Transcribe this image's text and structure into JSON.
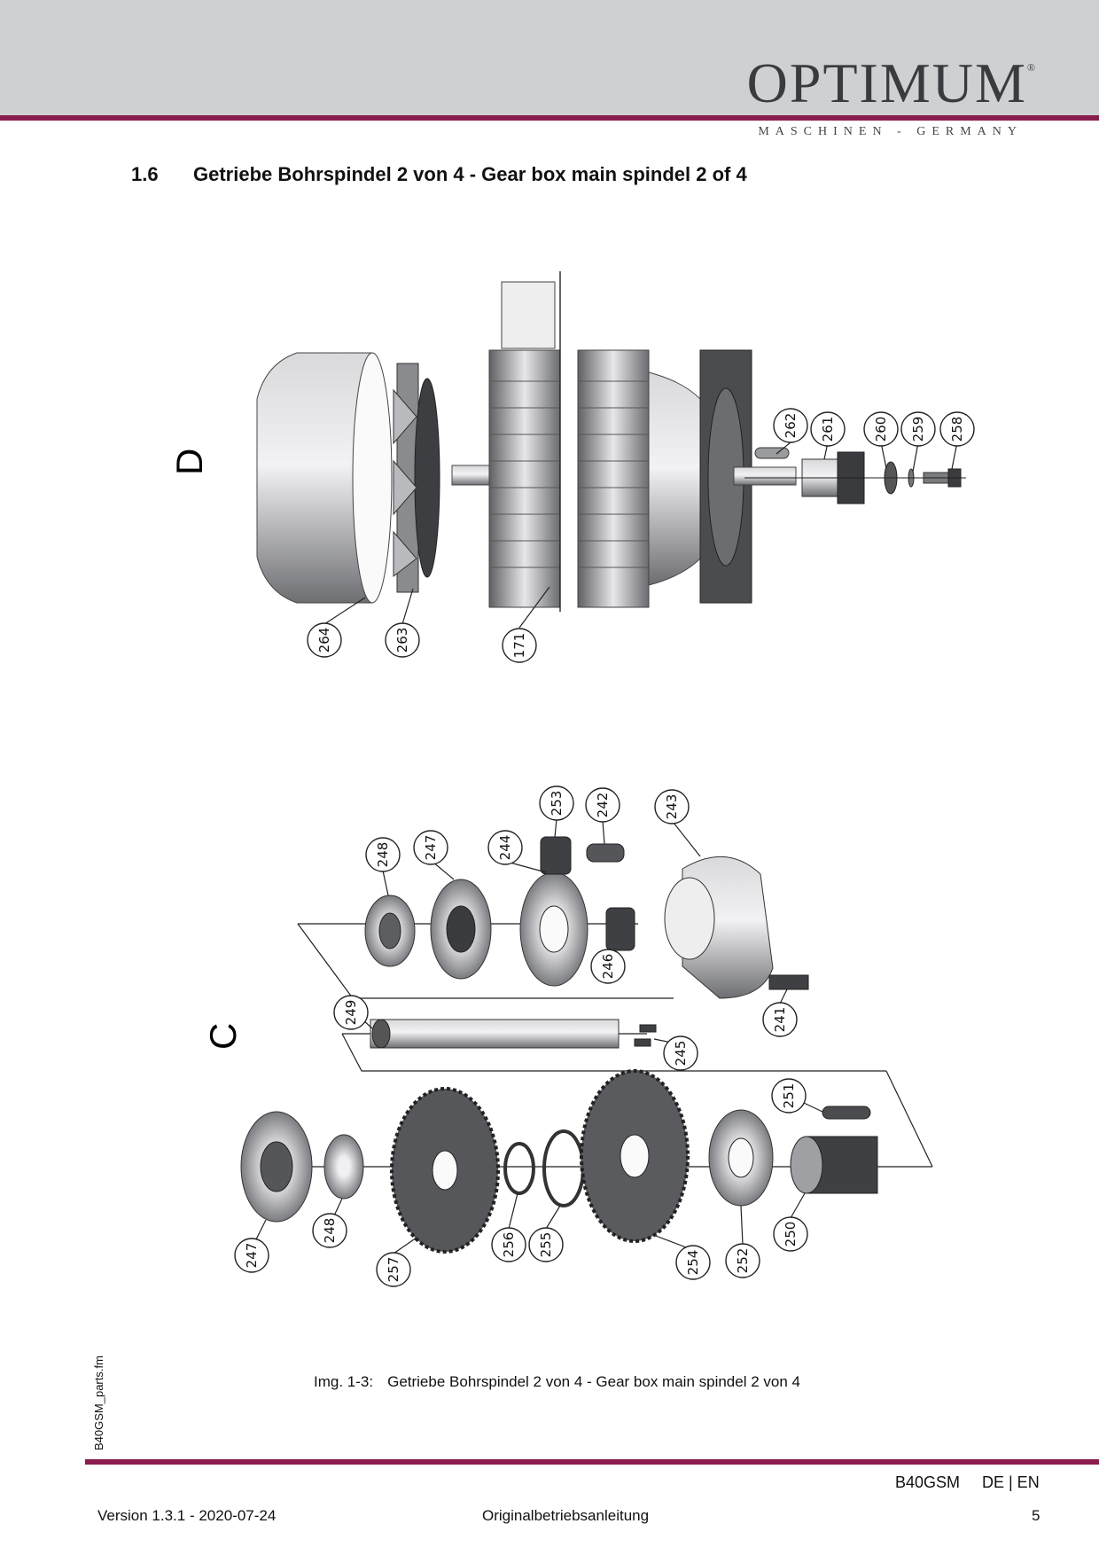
{
  "header": {
    "brand": "OPTIMUM",
    "registered": "®",
    "subtitle": "MASCHINEN - GERMANY"
  },
  "section": {
    "number": "1.6",
    "title": "Getriebe Bohrspindel 2 von 4 - Gear box main spindel 2 of 4"
  },
  "diagram": {
    "group_d": {
      "letter": "D",
      "callouts": [
        "262",
        "261",
        "260",
        "259",
        "258",
        "264",
        "263",
        "171"
      ]
    },
    "group_c": {
      "letter": "C",
      "callouts": [
        "253",
        "242",
        "243",
        "248",
        "247",
        "244",
        "246",
        "249",
        "241",
        "245",
        "251",
        "247",
        "248",
        "257",
        "256",
        "255",
        "254",
        "252",
        "250"
      ]
    }
  },
  "caption": {
    "label": "Img. 1-3:",
    "text": "Getriebe Bohrspindel 2 von 4 - Gear box main spindel 2 von 4"
  },
  "side_file": "B40GSM_parts.fm",
  "footer": {
    "model": "B40GSM",
    "languages": "DE | EN",
    "version": "Version 1.3.1 - 2020-07-24",
    "doc_type": "Originalbetriebsanleitung",
    "page": "5"
  }
}
